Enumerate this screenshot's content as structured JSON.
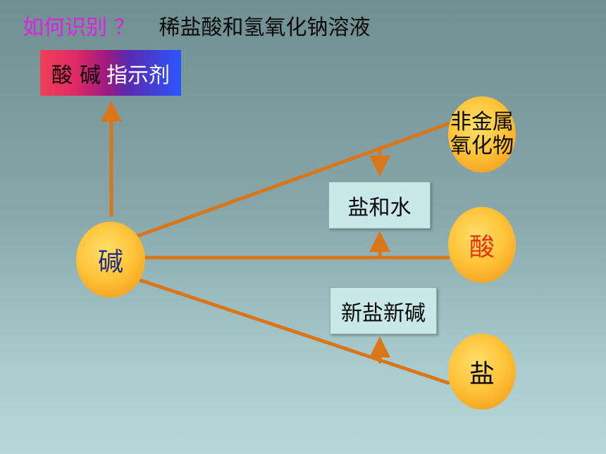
{
  "title": {
    "question": "如何识别 ？",
    "topic": "稀盐酸和氢氧化钠溶液"
  },
  "indicator_box": {
    "acid": "酸",
    "base": "碱",
    "label": "指示剂"
  },
  "nodes": {
    "base": "碱",
    "nonmetal_oxide_line1": "非金属",
    "nonmetal_oxide_line2": "氧化物",
    "acid": "酸",
    "salt": "盐"
  },
  "products": {
    "salt_water": "盐和水",
    "new_salt_base": "新盐新碱"
  },
  "colors": {
    "arrow": "#d9761a",
    "title_question": "#e020e0",
    "acid_text": "#e83010",
    "base_text": "#203080"
  }
}
